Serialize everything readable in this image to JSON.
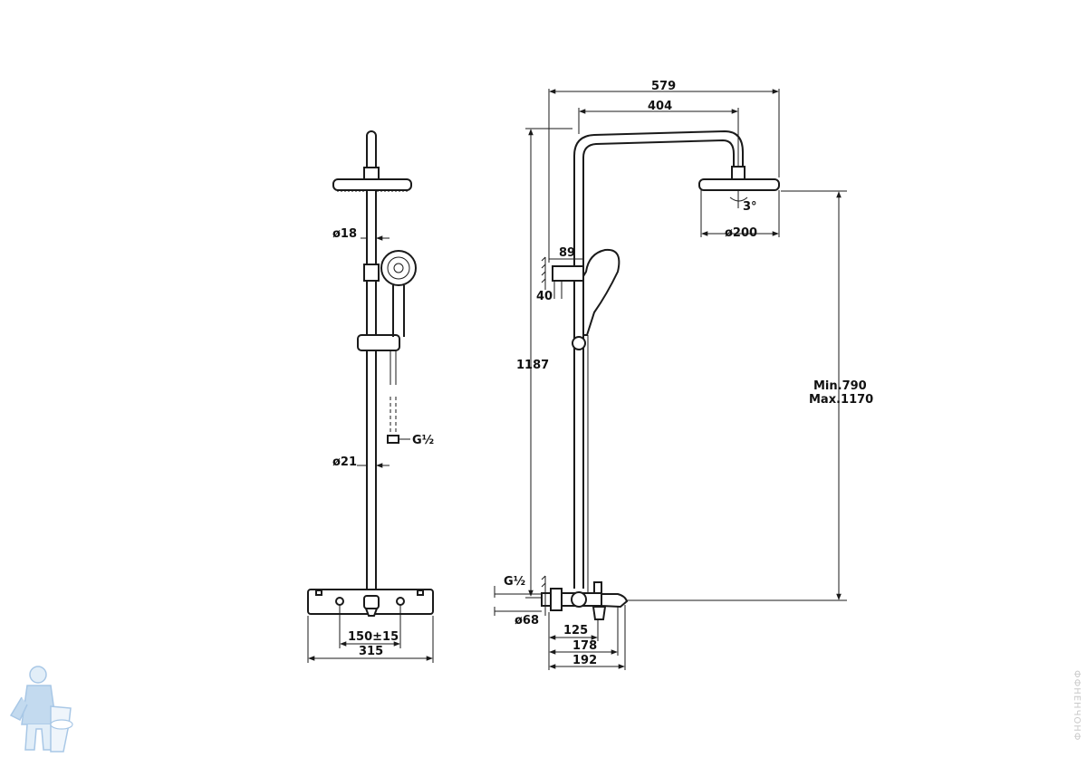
{
  "front_view": {
    "dims": {
      "d_head_arm": "ø18",
      "d_rail": "ø21",
      "inlet_thread": "G½",
      "center_distance": "150±15",
      "width": "315"
    }
  },
  "side_view": {
    "dims": {
      "overall_reach": "579",
      "arm_reach": "404",
      "height": "1187",
      "tilt_angle": "3°",
      "head_diameter": "ø200",
      "bracket_offset": "89",
      "bracket_height": "40",
      "rail_range_min": "Min.790",
      "rail_range_max": "Max.1170",
      "inlet_thread": "G½",
      "escutcheon_diameter": "ø68",
      "spout_125": "125",
      "spout_178": "178",
      "spout_192": "192"
    }
  },
  "watermark": {
    "logo_name": "plumber-mascot-logo",
    "side_text": "ФФНЕНЧОНФ"
  },
  "colors": {
    "line": "#1a1a1a",
    "background": "#ffffff",
    "watermark": "#9cc3e6"
  }
}
